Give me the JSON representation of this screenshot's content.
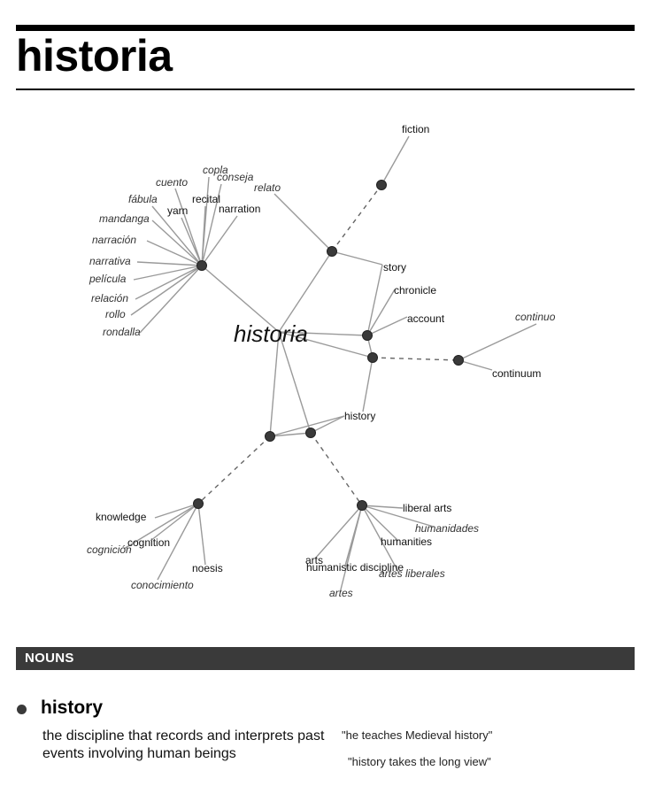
{
  "title": "historia",
  "graph": {
    "center": "historia",
    "labels": {
      "fiction": "fiction",
      "copla": "copla",
      "conseja": "conseja",
      "cuento": "cuento",
      "relato": "relato",
      "fabula": "fábula",
      "recital": "recital",
      "yarn": "yarn",
      "narration": "narration",
      "mandanga": "mandanga",
      "narracion": "narración",
      "narrativa": "narrativa",
      "pelicula": "película",
      "relacion": "relación",
      "rollo": "rollo",
      "rondalla": "rondalla",
      "story": "story",
      "chronicle": "chronicle",
      "account": "account",
      "continuo": "continuo",
      "continuum": "continuum",
      "history": "history",
      "knowledge": "knowledge",
      "cognition": "cognition",
      "cognicion": "cognición",
      "noesis": "noesis",
      "conocimiento": "conocimiento",
      "liberal_arts": "liberal arts",
      "humanidades": "humanidades",
      "humanities": "humanities",
      "arts": "arts",
      "humanistic_discipline": "humanistic discipline",
      "artes_liberales": "artes liberales",
      "artes": "artes"
    }
  },
  "section": {
    "title": "NOUNS"
  },
  "sense": {
    "word": "history",
    "definition": "the discipline that records and interprets past events involving human beings",
    "examples": [
      "\"he teaches Medieval history\"",
      "\"history takes the long view\""
    ]
  }
}
